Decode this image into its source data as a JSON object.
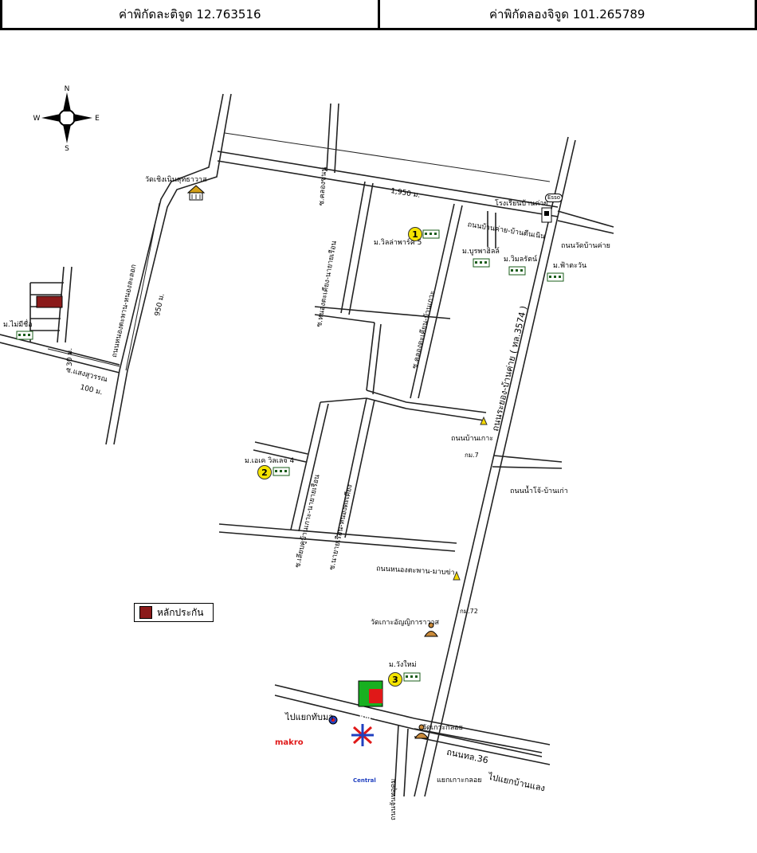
{
  "header": {
    "latitude_label": "ค่าพิกัดละติจูด 12.763516",
    "longitude_label": "ค่าพิกัดลองจิจูด 101.265789"
  },
  "compass": {
    "n": "N",
    "s": "S",
    "e": "E",
    "w": "W"
  },
  "legend": {
    "label": "หลักประกัน",
    "color": "#8b1a1a"
  },
  "places": {
    "wat_choeng_noen": "วัดเชิงเนินสุทธาวาส",
    "ban_khai_school": "โรงเรียนบ้านค่าย",
    "esso": "Esso",
    "villa_park": "ม.วิลล่าพาร์ค 5",
    "burapha": "ม.บูรพาฮิลล์",
    "wimonrat": "ม.วิมลรัตน์",
    "fah_tawan": "ม.ฟ้าตะวัน",
    "mai_mi_chue": "ม.ไม่มีชื่อ",
    "ek_villa": "ม.เอเค วิลเลจ 4",
    "wang_mai": "ม.วังใหม่",
    "wat_ko_anyatarawat": "วัดเกาะอัญญิการาวาส",
    "wat_ko_kloi": "วัดเกาะกลอย",
    "km7": "กม.7",
    "km72": "กม.72",
    "bigc": "Big C",
    "makro": "makro",
    "central": "Central"
  },
  "numbers": {
    "one": "1",
    "two": "2",
    "three": "3"
  },
  "roads": {
    "ban_khai_ban_noen": "ถนนบ้านค่าย-บ้านดีนเนิน",
    "wat_ban_khai": "ถนนวัดบ้านค่าย",
    "rayong_ban_khai": "ถนนระยอง-บ้านค่าย ( ทล.3574 )",
    "ban_ko": "ถนนบ้านเกาะ",
    "nam_pho": "ถนนน้ำโจ้-บ้านเก่า",
    "nong_taphan": "ถนนหนองตะพาน-มาบข่า",
    "hwy36": "ถนนทล.36",
    "chanthop": "ถนนจันทอุดม",
    "soi_khet": "ซ.คลองขนน",
    "soi_nong_lieng": "ซ.หนองตะเคียง-นายายเรือน",
    "soi_khlong_khet": "ซ.คลองตะเคียน-บ้านเกาะ",
    "nong_phan_left": "ถนนหนองตะพาน-หนองละลอก",
    "soi_sao_suwan": "ซ.แสงสุวรรณ",
    "soi_liep": "ซ.เลียบคูบ้านเกาะ-นายายเรือน",
    "soi_nayai": "ซ.นายายเรือน-หนองตะเคียง",
    "to_thap_ma": "ไปแยกทับมา",
    "to_ban_laeng": "ไปแยกบ้านแลง",
    "ko_kloi_junction": "แยกเกาะกลอย"
  },
  "distances": {
    "d1950": "1,950 ม.",
    "d950": "950 ม.",
    "d30": "30 ม.",
    "d100": "100 ม."
  }
}
